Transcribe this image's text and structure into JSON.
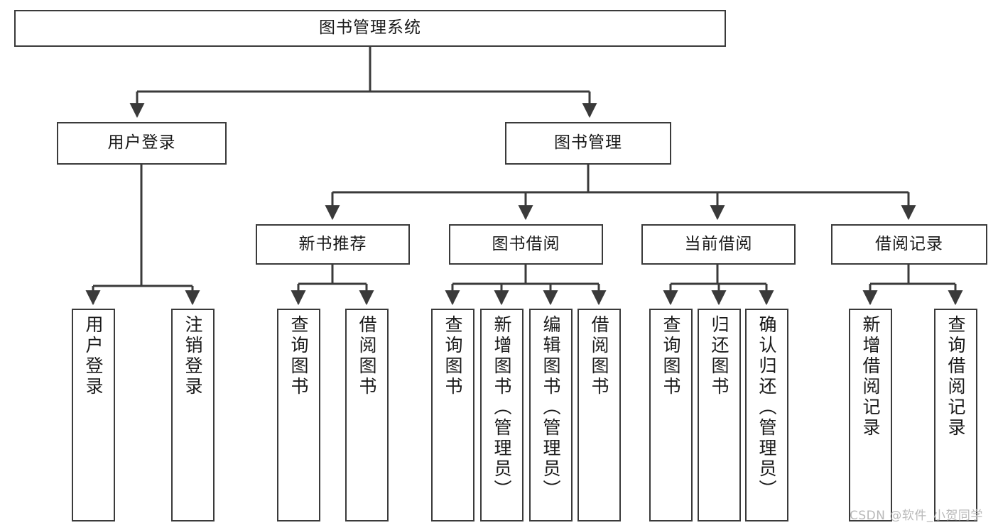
{
  "diagram": {
    "type": "tree-hierarchy",
    "title": "图书管理系统",
    "root": {
      "label": "图书管理系统"
    },
    "level2": [
      {
        "label": "用户登录"
      },
      {
        "label": "图书管理"
      }
    ],
    "level3": [
      {
        "label": "新书推荐"
      },
      {
        "label": "图书借阅"
      },
      {
        "label": "当前借阅"
      },
      {
        "label": "借阅记录"
      }
    ],
    "leaves": {
      "user_login": [
        {
          "label": "用户登录"
        },
        {
          "label": "注销登录"
        }
      ],
      "new_book_recommend": [
        {
          "label": "查询图书"
        },
        {
          "label": "借阅图书"
        }
      ],
      "book_borrow": [
        {
          "label": "查询图书"
        },
        {
          "label": "新增图书（管理员）"
        },
        {
          "label": "编辑图书（管理员）"
        },
        {
          "label": "借阅图书"
        }
      ],
      "current_borrow": [
        {
          "label": "查询图书"
        },
        {
          "label": "归还图书"
        },
        {
          "label": "确认归还（管理员）"
        }
      ],
      "borrow_record": [
        {
          "label": "新增借阅记录"
        },
        {
          "label": "查询借阅记录"
        }
      ]
    }
  },
  "watermark": {
    "text": "CSDN @软件_小贺同学"
  },
  "colors": {
    "stroke": "#3a3a3a",
    "text": "#1a1a1a",
    "background": "#ffffff",
    "watermark": "#b9b9b9"
  }
}
